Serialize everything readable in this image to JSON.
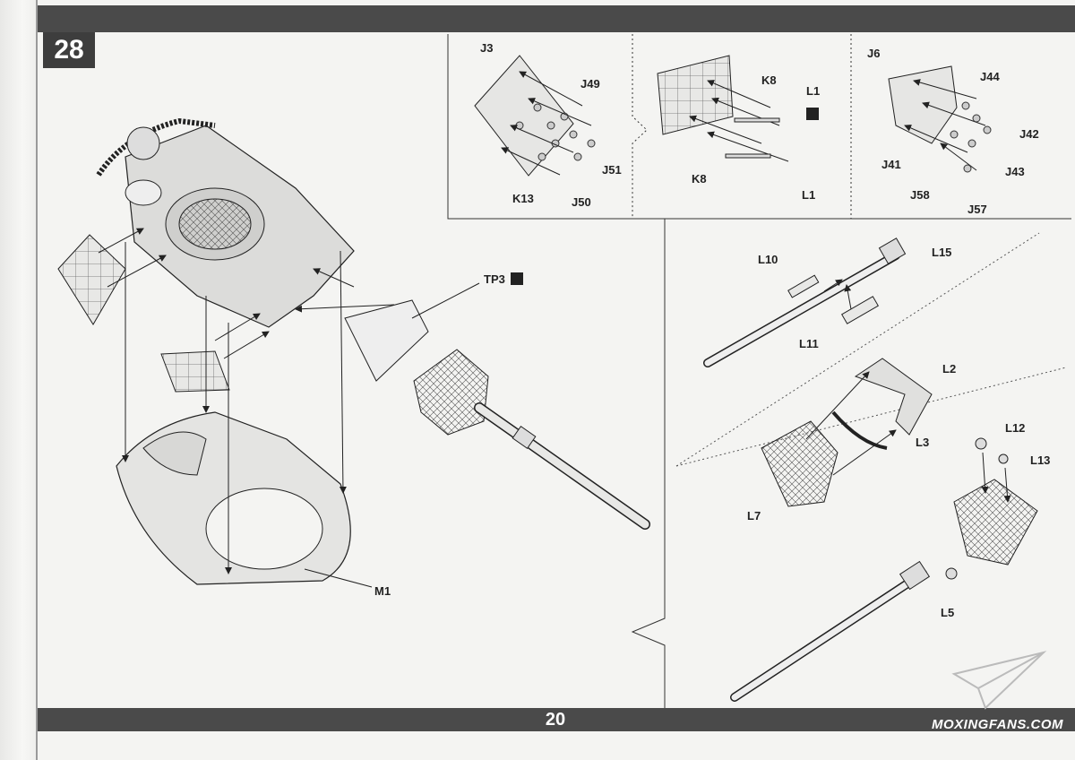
{
  "step": "28",
  "page_number": "20",
  "watermark": "MOXINGFANS.COM",
  "main_labels": {
    "tp3": "TP3",
    "m1": "M1"
  },
  "subpanel_a": {
    "labels": [
      "J3",
      "J49",
      "J51",
      "J50",
      "K13"
    ]
  },
  "subpanel_b": {
    "labels": [
      "K8",
      "L1",
      "K8",
      "L1"
    ]
  },
  "subpanel_c": {
    "labels": [
      "J6",
      "J44",
      "J42",
      "J43",
      "J41",
      "J58",
      "J57"
    ]
  },
  "gun_panel": {
    "labels": [
      "L10",
      "L15",
      "L11",
      "L2",
      "L3",
      "L7",
      "L12",
      "L13",
      "L5"
    ]
  },
  "colors": {
    "bar": "#4a4a4a",
    "line": "#222222",
    "paper": "#f4f4f2"
  }
}
